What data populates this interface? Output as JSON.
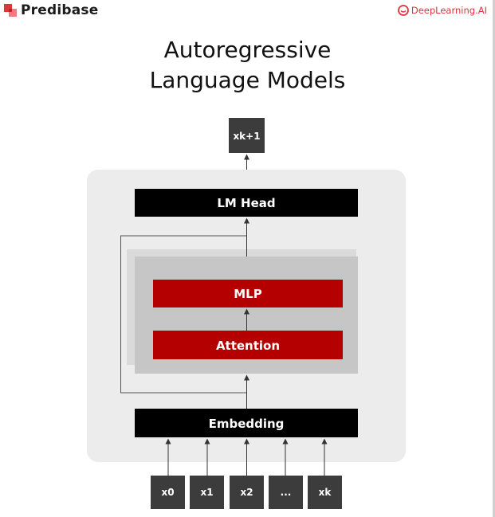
{
  "header": {
    "left_logo": {
      "text": "Predibase",
      "icon": "predibase-logo-icon",
      "color": "#e0333a"
    },
    "right_logo": {
      "text": "DeepLearning.AI",
      "icon": "deeplearning-ai-logo-icon",
      "color": "#e0333a"
    }
  },
  "title": {
    "line1": "Autoregressive",
    "line2": "Language Models"
  },
  "diagram": {
    "output_token": "xk+1",
    "lm_head": "LM Head",
    "mlp": "MLP",
    "attention": "Attention",
    "embedding": "Embedding",
    "input_tokens": [
      "x0",
      "x1",
      "x2",
      "...",
      "xk"
    ],
    "colors": {
      "dark_block": "#000000",
      "token_block": "#3c3c3c",
      "red_block": "#b50000",
      "transformer_panel": "#c6c6c6",
      "outer_panel": "#ececec"
    }
  }
}
